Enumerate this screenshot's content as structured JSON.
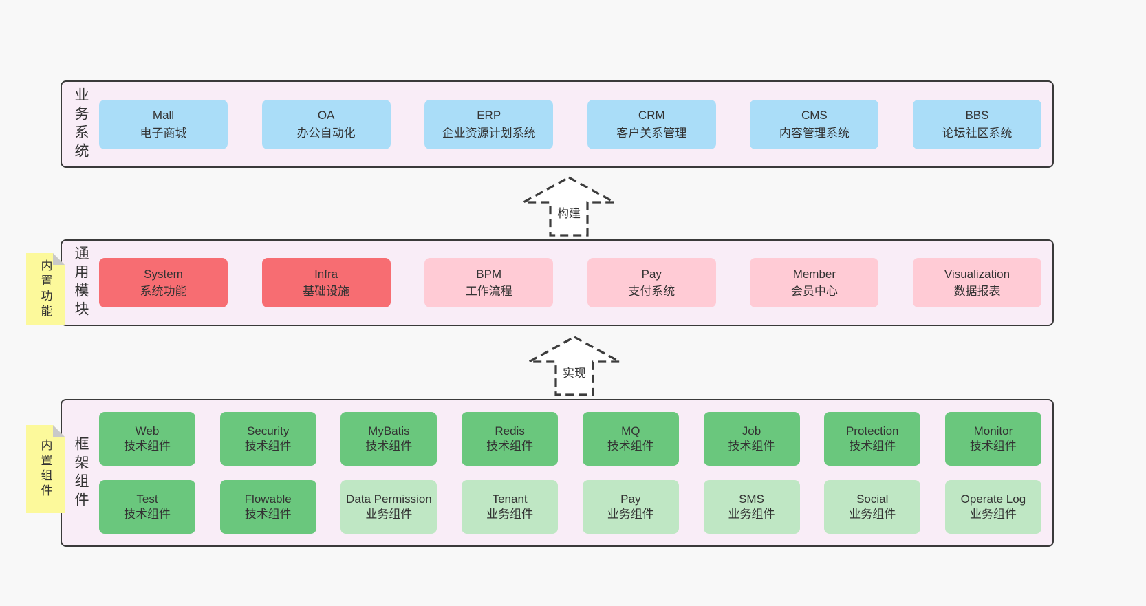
{
  "diagram": {
    "bands": [
      {
        "label": "业务系统",
        "boxes": [
          {
            "name": "Mall",
            "desc": "电子商城",
            "variant": "blue"
          },
          {
            "name": "OA",
            "desc": "办公自动化",
            "variant": "blue"
          },
          {
            "name": "ERP",
            "desc": "企业资源计划系统",
            "variant": "blue"
          },
          {
            "name": "CRM",
            "desc": "客户关系管理",
            "variant": "blue"
          },
          {
            "name": "CMS",
            "desc": "内容管理系统",
            "variant": "blue"
          },
          {
            "name": "BBS",
            "desc": "论坛社区系统",
            "variant": "blue"
          }
        ]
      },
      {
        "label": "通用模块",
        "sticky": "内置功能",
        "boxes": [
          {
            "name": "System",
            "desc": "系统功能",
            "variant": "red"
          },
          {
            "name": "Infra",
            "desc": "基础设施",
            "variant": "red"
          },
          {
            "name": "BPM",
            "desc": "工作流程",
            "variant": "pink"
          },
          {
            "name": "Pay",
            "desc": "支付系统",
            "variant": "pink"
          },
          {
            "name": "Member",
            "desc": "会员中心",
            "variant": "pink"
          },
          {
            "name": "Visualization",
            "desc": "数据报表",
            "variant": "pink"
          }
        ]
      },
      {
        "label": "框架组件",
        "sticky": "内置组件",
        "rows": [
          [
            {
              "name": "Web",
              "desc": "技术组件",
              "variant": "green"
            },
            {
              "name": "Security",
              "desc": "技术组件",
              "variant": "green"
            },
            {
              "name": "MyBatis",
              "desc": "技术组件",
              "variant": "green"
            },
            {
              "name": "Redis",
              "desc": "技术组件",
              "variant": "green"
            },
            {
              "name": "MQ",
              "desc": "技术组件",
              "variant": "green"
            },
            {
              "name": "Job",
              "desc": "技术组件",
              "variant": "green"
            },
            {
              "name": "Protection",
              "desc": "技术组件",
              "variant": "green"
            },
            {
              "name": "Monitor",
              "desc": "技术组件",
              "variant": "green"
            }
          ],
          [
            {
              "name": "Test",
              "desc": "技术组件",
              "variant": "green"
            },
            {
              "name": "Flowable",
              "desc": "技术组件",
              "variant": "green"
            },
            {
              "name": "Data Permission",
              "desc": "业务组件",
              "variant": "lightgreen"
            },
            {
              "name": "Tenant",
              "desc": "业务组件",
              "variant": "lightgreen"
            },
            {
              "name": "Pay",
              "desc": "业务组件",
              "variant": "lightgreen"
            },
            {
              "name": "SMS",
              "desc": "业务组件",
              "variant": "lightgreen"
            },
            {
              "name": "Social",
              "desc": "业务组件",
              "variant": "lightgreen"
            },
            {
              "name": "Operate Log",
              "desc": "业务组件",
              "variant": "lightgreen"
            }
          ]
        ]
      }
    ],
    "arrows": [
      {
        "label": "构建"
      },
      {
        "label": "实现"
      }
    ],
    "colors": {
      "page_bg": "#f8f8f8",
      "band_bg": "#f9edf7",
      "band_border": "#3a3a3a",
      "blue_box": "#aaddf8",
      "red_box": "#f76d72",
      "pink_box": "#ffcbd5",
      "green_box": "#6ac77d",
      "light_green_box": "#bfe7c4",
      "sticky_yellow": "#fcf99b",
      "sticky_fold": "#c9c9c9",
      "text": "#333333"
    }
  }
}
